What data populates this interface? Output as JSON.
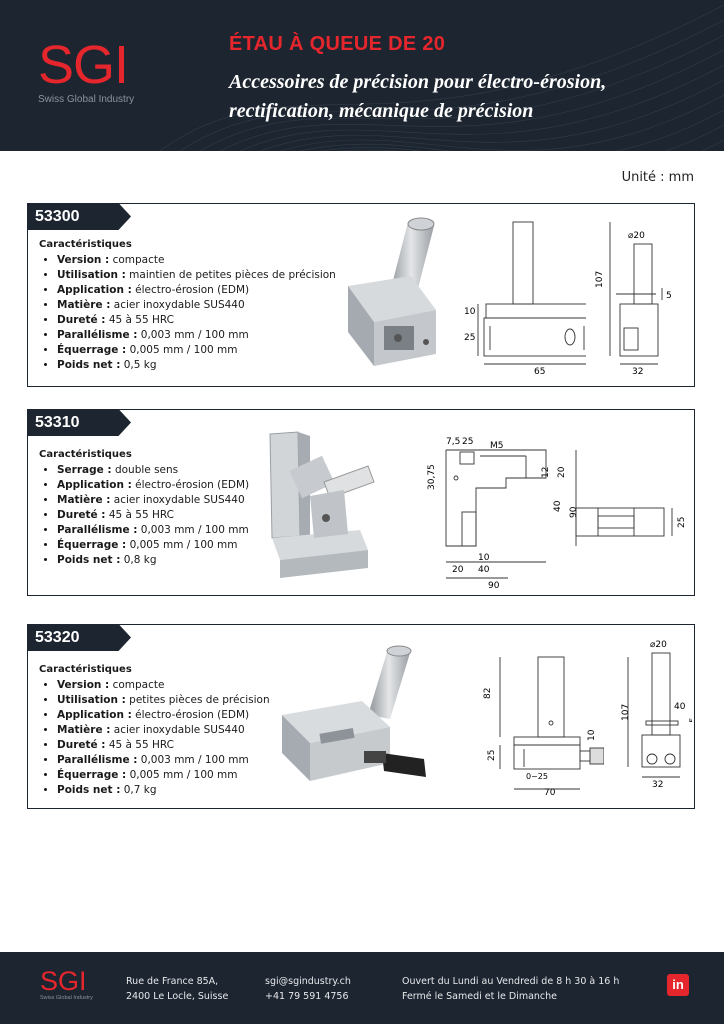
{
  "header": {
    "logo": "SGI",
    "logo_tagline": "Swiss Global Industry",
    "title": "ÉTAU À QUEUE DE 20",
    "subtitle_line1": "Accessoires de précision pour électro-érosion,",
    "subtitle_line2": "rectification, mécanique de précision"
  },
  "unit_label": "Unité : mm",
  "products": [
    {
      "code": "53300",
      "specs_title": "Caractéristiques",
      "specs": [
        {
          "label": "Version :",
          "value": " compacte"
        },
        {
          "label": "Utilisation :",
          "value": " maintien de petites pièces de précision"
        },
        {
          "label": "Application :",
          "value": " électro-érosion (EDM)"
        },
        {
          "label": "Matière :",
          "value": " acier inoxydable SUS440"
        },
        {
          "label": "Dureté :",
          "value": " 45 à 55 HRC"
        },
        {
          "label": "Parallélisme :",
          "value": " 0,003 mm / 100 mm"
        },
        {
          "label": "Équerrage :",
          "value": " 0,005 mm / 100 mm"
        },
        {
          "label": "Poids net :",
          "value": " 0,5 kg"
        }
      ],
      "dims": {
        "d10": "10",
        "d25": "25",
        "d65": "65",
        "d107": "107",
        "d20": "⌀20",
        "d5": "5",
        "d32": "32"
      }
    },
    {
      "code": "53310",
      "specs_title": "Caractéristiques",
      "specs": [
        {
          "label": "Serrage :",
          "value": " double sens"
        },
        {
          "label": "Application :",
          "value": " électro-érosion (EDM)"
        },
        {
          "label": "Matière :",
          "value": " acier inoxydable SUS440"
        },
        {
          "label": "Dureté :",
          "value": " 45 à 55 HRC"
        },
        {
          "label": "Parallélisme :",
          "value": " 0,003 mm / 100 mm"
        },
        {
          "label": "Équerrage :",
          "value": " 0,005 mm / 100 mm"
        },
        {
          "label": "Poids net :",
          "value": " 0,8 kg"
        }
      ],
      "dims": {
        "d75": "7,5",
        "d25": "25",
        "m5": "M5",
        "d3075": "30,75",
        "d12": "12",
        "d20": "20",
        "d40": "40",
        "d90": "90",
        "d10": "10",
        "d20b": "20",
        "d40b": "40",
        "d90b": "90",
        "d25b": "25"
      }
    },
    {
      "code": "53320",
      "specs_title": "Caractéristiques",
      "specs": [
        {
          "label": "Version :",
          "value": " compacte"
        },
        {
          "label": "Utilisation :",
          "value": " petites pièces de précision"
        },
        {
          "label": "Application :",
          "value": " électro-érosion (EDM)"
        },
        {
          "label": "Matière :",
          "value": " acier inoxydable SUS440"
        },
        {
          "label": "Dureté :",
          "value": " 45 à 55 HRC"
        },
        {
          "label": "Parallélisme :",
          "value": " 0,003 mm / 100 mm"
        },
        {
          "label": "Équerrage :",
          "value": " 0,005 mm / 100 mm"
        },
        {
          "label": "Poids net :",
          "value": " 0,7 kg"
        }
      ],
      "dims": {
        "d82": "82",
        "d25": "25",
        "d10": "10",
        "d025": "0~25",
        "d70": "70",
        "d20": "⌀20",
        "d107": "107",
        "d40": "40",
        "d5": "5",
        "d32": "32"
      }
    }
  ],
  "footer": {
    "logo": "SGI",
    "logo_tagline": "Swiss Global Industry",
    "address_line1": "Rue de France 85A,",
    "address_line2": "2400 Le Locle, Suisse",
    "email": "sgi@sgindustry.ch",
    "phone": "+41 79 591 4756",
    "hours_line1": "Ouvert du Lundi au Vendredi de 8 h 30 à 16 h",
    "hours_line2": "Fermé le Samedi et le Dimanche",
    "social_icon": "linkedin-icon",
    "social_label": "in"
  },
  "colors": {
    "brand_red": "#e5262c",
    "navy": "#1d2530"
  }
}
